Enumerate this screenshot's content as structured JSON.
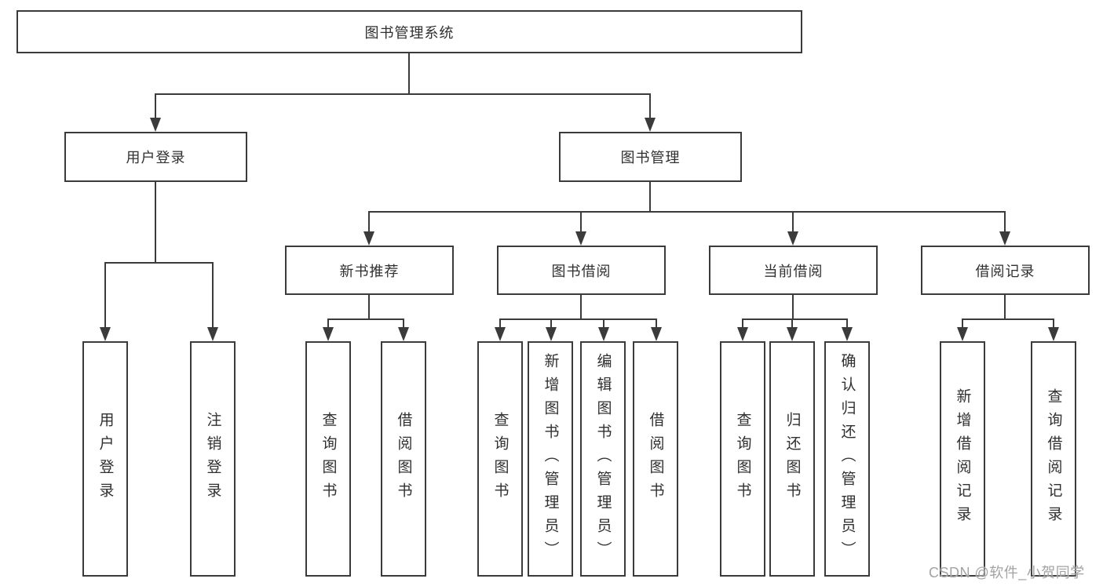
{
  "diagram_title": "图书管理系统",
  "nodes": {
    "root": "图书管理系统",
    "userLogin": "用户登录",
    "bookMgmt": "图书管理",
    "newBooks": "新书推荐",
    "bookBorrow": "图书借阅",
    "currentBorrow": "当前借阅",
    "borrowRecords": "借阅记录",
    "leafUserLogin": "用户登录",
    "leafLogout": "注销登录",
    "leafNbQuery": "查询图书",
    "leafNbBorrow": "借阅图书",
    "leafBbQuery": "查询图书",
    "leafBbAdd": "新增图书（管理员）",
    "leafBbEdit": "编辑图书（管理员）",
    "leafBbBorrow": "借阅图书",
    "leafCbQuery": "查询图书",
    "leafCbReturn": "归还图书",
    "leafCbConfirm": "确认归还（管理员）",
    "leafBrAdd": "新增借阅记录",
    "leafBrQuery": "查询借阅记录"
  },
  "hierarchy": {
    "图书管理系统": {
      "用户登录": [
        "用户登录",
        "注销登录"
      ],
      "图书管理": {
        "新书推荐": [
          "查询图书",
          "借阅图书"
        ],
        "图书借阅": [
          "查询图书",
          "新增图书（管理员）",
          "编辑图书（管理员）",
          "借阅图书"
        ],
        "当前借阅": [
          "查询图书",
          "归还图书",
          "确认归还（管理员）"
        ],
        "借阅记录": [
          "新增借阅记录",
          "查询借阅记录"
        ]
      }
    }
  },
  "watermark": "CSDN @软件_小贺同学",
  "colors": {
    "line": "#3b3b3b",
    "text": "#303030",
    "background": "#ffffff",
    "watermark": "#a3a3a3"
  }
}
